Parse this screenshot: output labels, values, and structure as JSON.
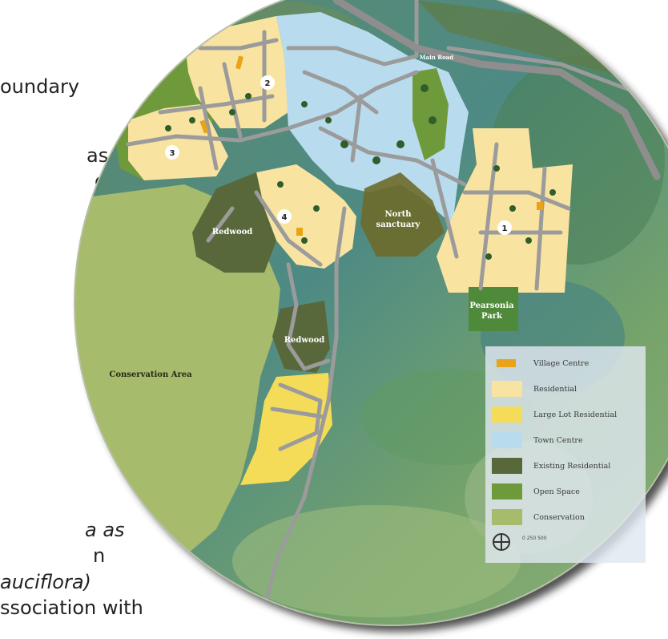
{
  "background_text": {
    "line1": "oundary",
    "line2": "as",
    "line3": "d",
    "line4": "a as",
    "line5": "n",
    "line6": "auciflora)",
    "line7": "ssociation with"
  },
  "map_labels": {
    "conservation_area": "Conservation Area",
    "redwood_1": "Redwood",
    "redwood_2": "Redwood",
    "north_sanctuary_1": "North",
    "north_sanctuary_2": "sanctuary",
    "park_1": "Pearsonia",
    "park_2": "Park",
    "road": "Main Road"
  },
  "precinct_numbers": [
    "1",
    "2",
    "3",
    "4"
  ],
  "legend": {
    "items": [
      {
        "label": "Village Centre",
        "color": "#e8a317"
      },
      {
        "label": "Residential",
        "color": "#f9e3a1"
      },
      {
        "label": "Large Lot Residential",
        "color": "#f4dc58"
      },
      {
        "label": "Town Centre",
        "color": "#b8dcee"
      },
      {
        "label": "Existing Residential",
        "color": "#58683a"
      },
      {
        "label": "Open Space",
        "color": "#6f9a3c"
      },
      {
        "label": "Conservation",
        "color": "#a7bb6c"
      }
    ],
    "scale": "0   250   500"
  },
  "colors": {
    "residential": "#f9e3a1",
    "large_lot": "#f4dc58",
    "town_centre": "#b8dcee",
    "open_space": "#6f9a3c",
    "conservation": "#a7bb6c",
    "existing": "#58683a",
    "road": "#9b9b9b",
    "village": "#e8a317"
  }
}
